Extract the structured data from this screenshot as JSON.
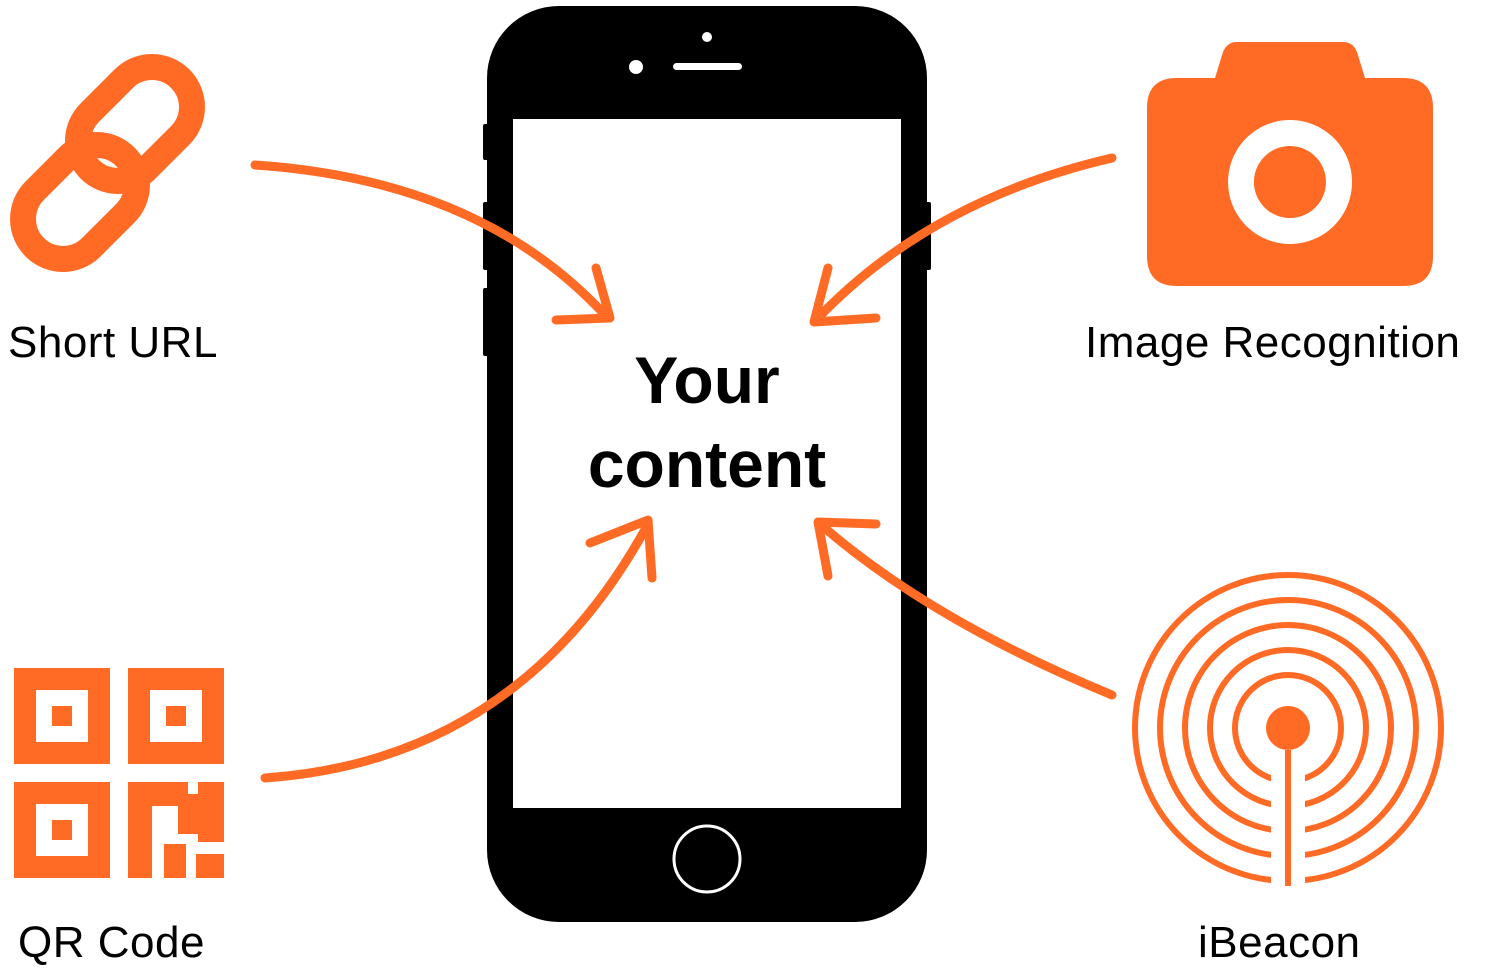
{
  "diagram": {
    "center_text": [
      "Your",
      "content"
    ],
    "sources": [
      {
        "label": "Short URL",
        "icon": "chain-link-icon"
      },
      {
        "label": "Image Recognition",
        "icon": "camera-icon"
      },
      {
        "label": "QR Code",
        "icon": "qr-code-icon"
      },
      {
        "label": "iBeacon",
        "icon": "ibeacon-icon"
      }
    ]
  },
  "colors": {
    "accent": "#FF6A24",
    "phone": "#000000",
    "screen": "#FFFFFF"
  }
}
